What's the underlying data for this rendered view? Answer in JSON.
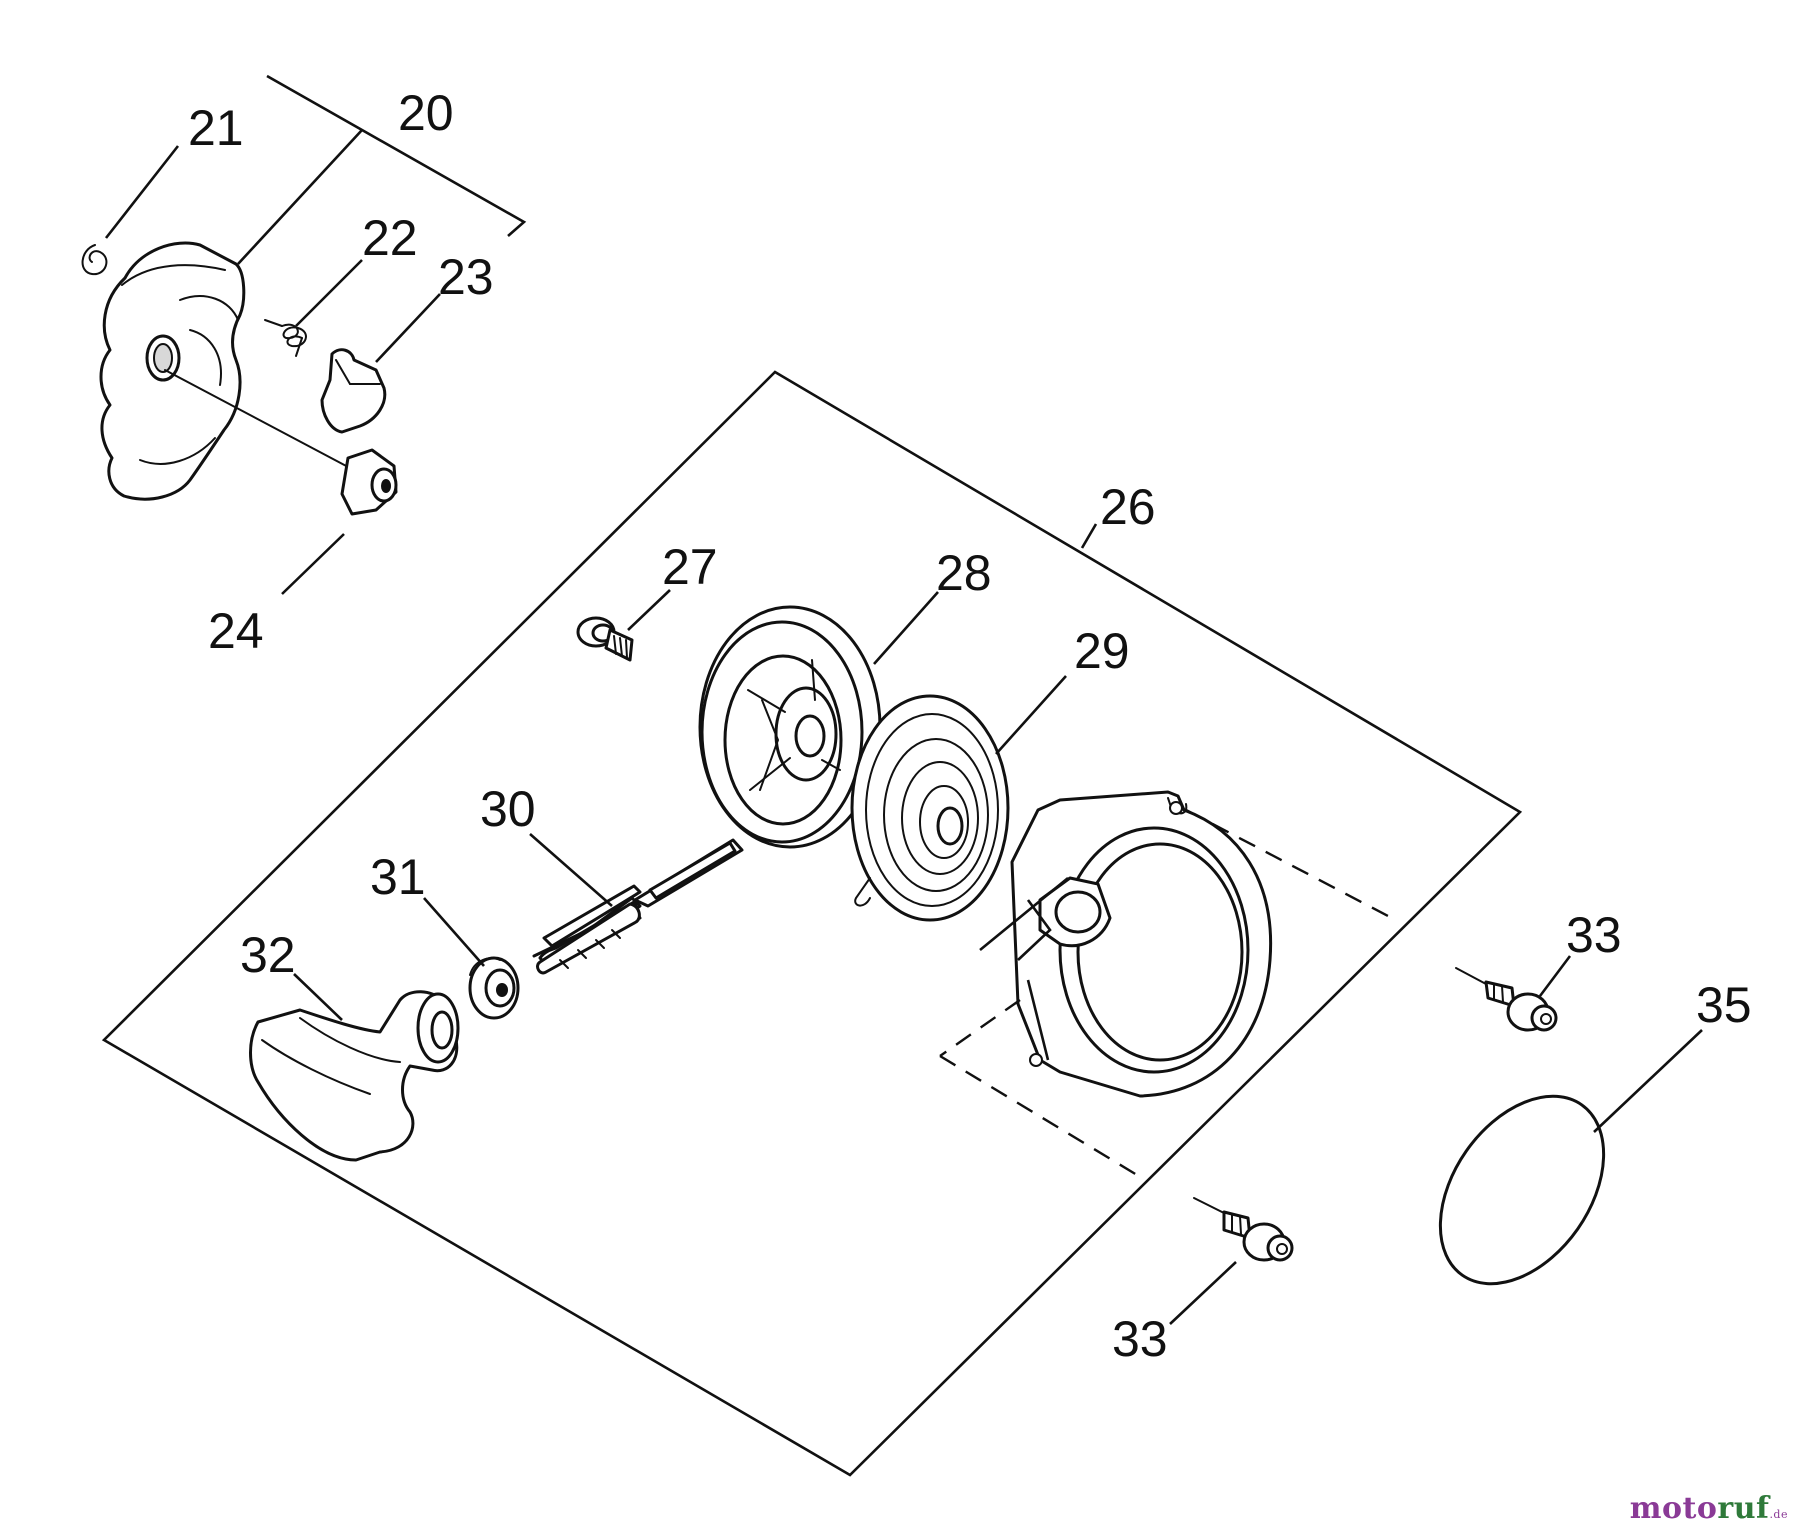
{
  "diagram": {
    "callouts": {
      "c20": "20",
      "c21": "21",
      "c22": "22",
      "c23": "23",
      "c24": "24",
      "c26": "26",
      "c27": "27",
      "c28": "28",
      "c29": "29",
      "c30": "30",
      "c31": "31",
      "c32": "32",
      "c33a": "33",
      "c33b": "33",
      "c35": "35"
    }
  },
  "watermark": {
    "part1": "moto",
    "part2": "ruf",
    "part3": ".de"
  }
}
